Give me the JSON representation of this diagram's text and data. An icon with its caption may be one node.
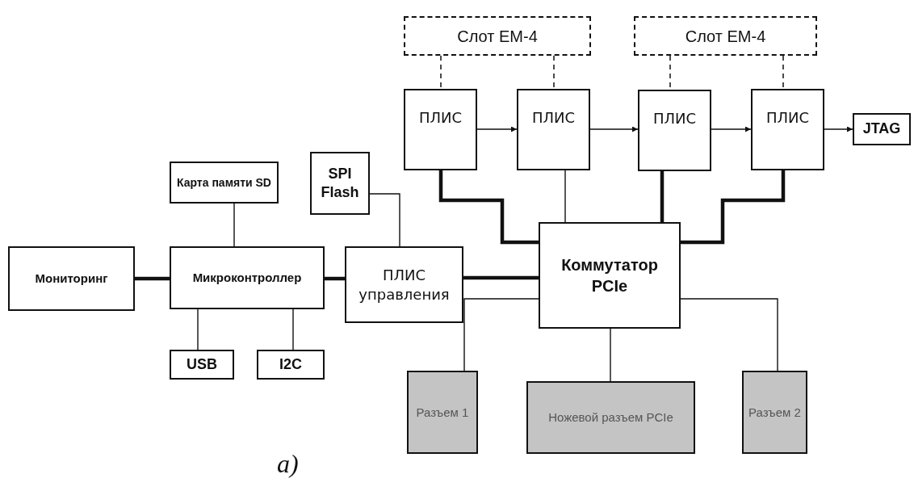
{
  "diagram": {
    "nodes": [
      {
        "text": [
          "Слот EM-4"
        ]
      },
      {
        "text": [
          "Слот EM-4"
        ]
      },
      {
        "text": [
          "ПЛИС"
        ]
      },
      {
        "text": [
          "ПЛИС"
        ]
      },
      {
        "text": [
          "ПЛИС"
        ]
      },
      {
        "text": [
          "ПЛИС"
        ]
      },
      {
        "text": [
          "JTAG"
        ]
      },
      {
        "text": [
          "SPI Flash"
        ]
      },
      {
        "text": [
          "Карта памяти SD"
        ]
      },
      {
        "text": [
          "Мониторинг"
        ]
      },
      {
        "text": [
          "Микроконтроллер"
        ]
      },
      {
        "text": [
          "ПЛИС управления"
        ]
      },
      {
        "text": [
          "Коммутатор PCIe"
        ]
      },
      {
        "text": [
          "USB"
        ]
      },
      {
        "text": [
          "I2C"
        ]
      },
      {
        "text": [
          "Разъем 1"
        ]
      },
      {
        "text": [
          "Ножевой разъем PCIe"
        ]
      },
      {
        "text": [
          "Разъем 2"
        ]
      }
    ],
    "edges": [
      {
        "from": 0,
        "to": 2,
        "arrow": "none",
        "style": "dashed"
      },
      {
        "from": 0,
        "to": 3,
        "arrow": "none",
        "style": "dashed"
      },
      {
        "from": 1,
        "to": 4,
        "arrow": "none",
        "style": "dashed"
      },
      {
        "from": 1,
        "to": 5,
        "arrow": "none",
        "style": "dashed"
      },
      {
        "from": 2,
        "to": 3,
        "arrow": "to"
      },
      {
        "from": 3,
        "to": 4,
        "arrow": "to"
      },
      {
        "from": 4,
        "to": 5,
        "arrow": "to"
      },
      {
        "from": 5,
        "to": 6,
        "arrow": "to"
      },
      {
        "from": 2,
        "to": 12,
        "arrow": "none",
        "style": "thick"
      },
      {
        "from": 3,
        "to": 12,
        "arrow": "none"
      },
      {
        "from": 4,
        "to": 12,
        "arrow": "none",
        "style": "thick"
      },
      {
        "from": 5,
        "to": 12,
        "arrow": "none",
        "style": "thick"
      },
      {
        "from": 7,
        "to": 11,
        "arrow": "none"
      },
      {
        "from": 8,
        "to": 10,
        "arrow": "none"
      },
      {
        "from": 9,
        "to": 10,
        "arrow": "none",
        "style": "thick"
      },
      {
        "from": 10,
        "to": 11,
        "arrow": "none",
        "style": "thick"
      },
      {
        "from": 11,
        "to": 12,
        "arrow": "none",
        "style": "thick"
      },
      {
        "from": 12,
        "to": 15,
        "arrow": "none"
      },
      {
        "from": 12,
        "to": 16,
        "arrow": "none"
      },
      {
        "from": 12,
        "to": 17,
        "arrow": "none"
      },
      {
        "from": 10,
        "to": 13,
        "arrow": "none"
      },
      {
        "from": 10,
        "to": 14,
        "arrow": "none"
      }
    ],
    "labels": [
      "а)"
    ]
  }
}
